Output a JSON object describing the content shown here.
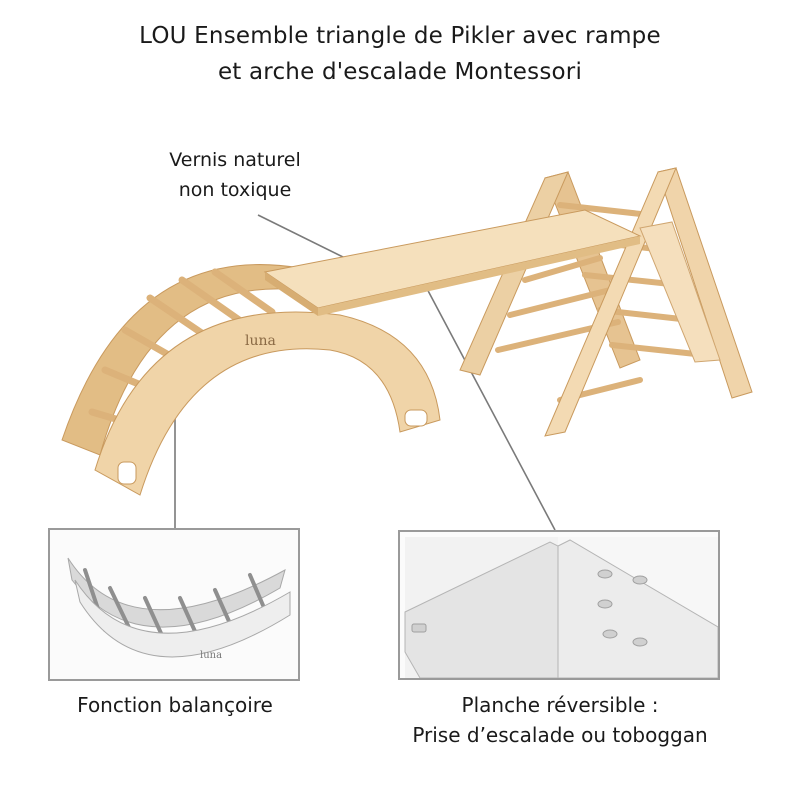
{
  "title": {
    "line1": "LOU Ensemble triangle de Pikler avec rampe",
    "line2": "et arche d'escalade Montessori"
  },
  "callouts": {
    "varnish": {
      "line1": "Vernis naturel",
      "line2": "non toxique"
    },
    "swing": {
      "label": "Fonction balançoire"
    },
    "plank": {
      "line1": "Planche réversible :",
      "line2": "Prise d’escalade ou toboggan"
    }
  },
  "brand_mark": "luna",
  "colors": {
    "wood_light": "#f1d6ad",
    "wood_mid": "#e2bd85",
    "wood_dark": "#c99a5e",
    "rung": "#dcb27a",
    "inset_border": "#9a9a9a",
    "leader_line": "#7a7a7a"
  }
}
